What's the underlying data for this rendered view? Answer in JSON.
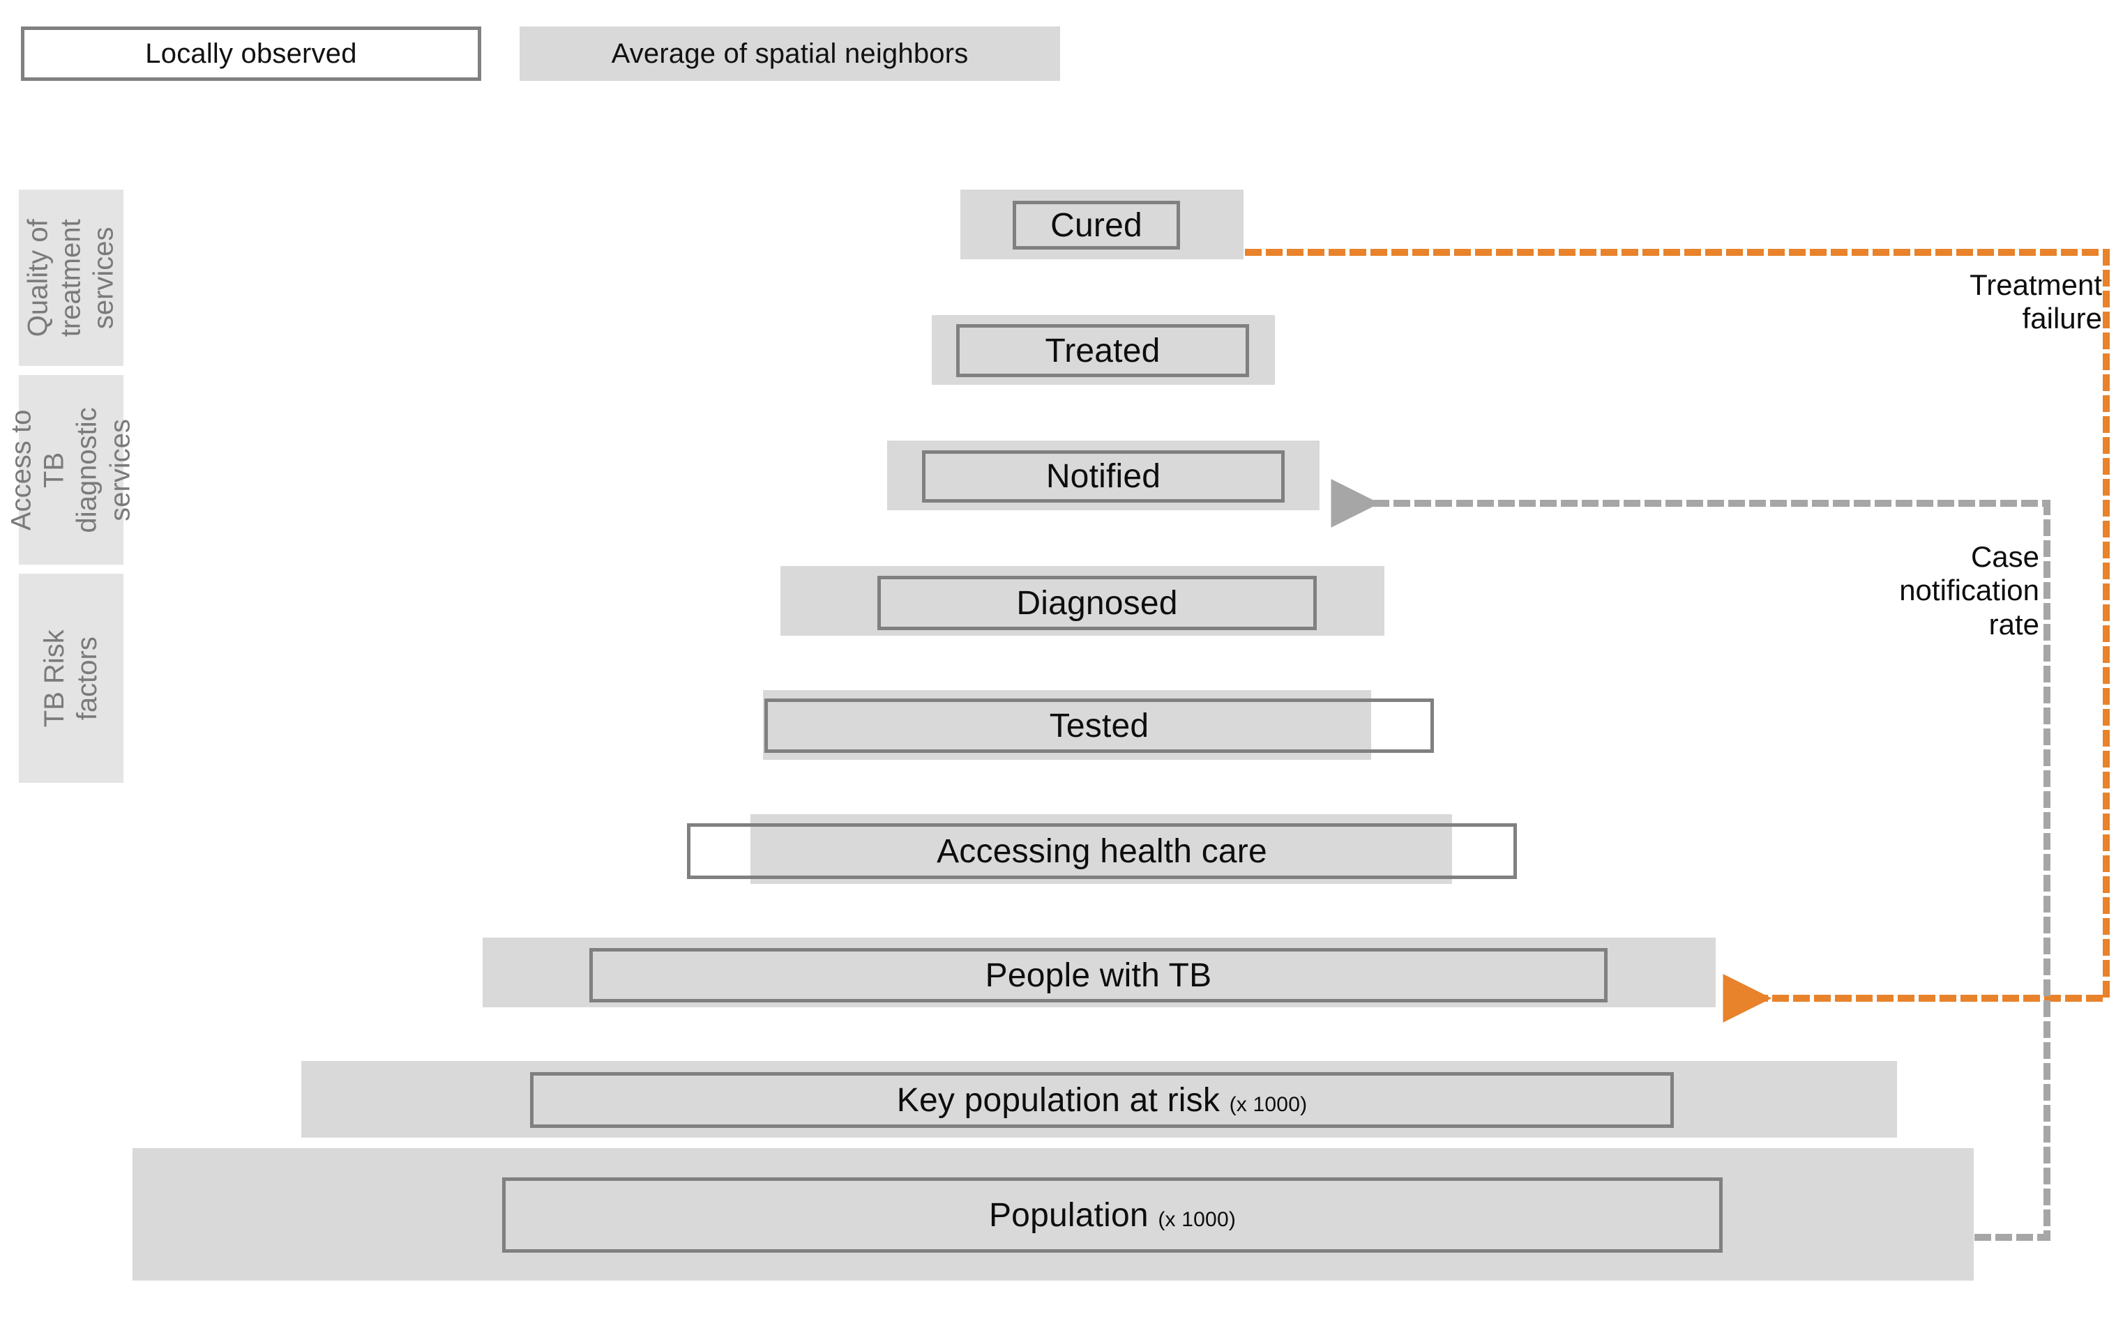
{
  "legend": {
    "local_label": "Locally observed",
    "neighbors_label": "Average of spatial neighbors"
  },
  "categories": [
    {
      "id": "quality",
      "label": "Quality of\ntreatment\nservices"
    },
    {
      "id": "access",
      "label": "Access to TB\ndiagnostic\nservices"
    },
    {
      "id": "risk",
      "label": "TB Risk factors"
    }
  ],
  "tiers": [
    {
      "id": "cured",
      "label": "Cured",
      "suffix": ""
    },
    {
      "id": "treated",
      "label": "Treated",
      "suffix": ""
    },
    {
      "id": "notified",
      "label": "Notified",
      "suffix": ""
    },
    {
      "id": "diagnosed",
      "label": "Diagnosed",
      "suffix": ""
    },
    {
      "id": "tested",
      "label": "Tested",
      "suffix": ""
    },
    {
      "id": "accessing",
      "label": "Accessing health care",
      "suffix": ""
    },
    {
      "id": "people-tb",
      "label": "People with TB",
      "suffix": ""
    },
    {
      "id": "key-pop",
      "label": "Key population at risk ",
      "suffix": "(x 1000)"
    },
    {
      "id": "population",
      "label": "Population ",
      "suffix": "(x 1000)"
    }
  ],
  "annotations": [
    {
      "id": "treatment-failure",
      "label": "Treatment\nfailure",
      "color": "#E8822B"
    },
    {
      "id": "case-notification",
      "label": "Case\nnotification\nrate",
      "color": "#A6A6A6"
    }
  ],
  "colors": {
    "neighbor_fill": "#d9d9d9",
    "local_border": "#808080",
    "category_band": "#e4e4e4",
    "category_text": "#7a7a7a",
    "orange_connector": "#E8822B",
    "gray_connector": "#A6A6A6",
    "background": "#ffffff"
  },
  "chart_data": {
    "type": "bar",
    "title": "TB care cascade pyramid",
    "orientation": "horizontal-centered-pyramid",
    "categories": [
      "Cured",
      "Treated",
      "Notified",
      "Diagnosed",
      "Tested",
      "Accessing health care",
      "People with TB",
      "Key population at risk (x 1000)",
      "Population (x 1000)"
    ],
    "series": [
      {
        "name": "Average of spatial neighbors",
        "widths": [
          406,
          492,
          620,
          866,
          872,
          1006,
          1768,
          2288,
          2640
        ]
      },
      {
        "name": "Locally observed",
        "widths": [
          235,
          415,
          540,
          640,
          960,
          1190,
          1460,
          1640,
          1750
        ]
      }
    ],
    "legend_position": "top-left",
    "grid": false
  }
}
